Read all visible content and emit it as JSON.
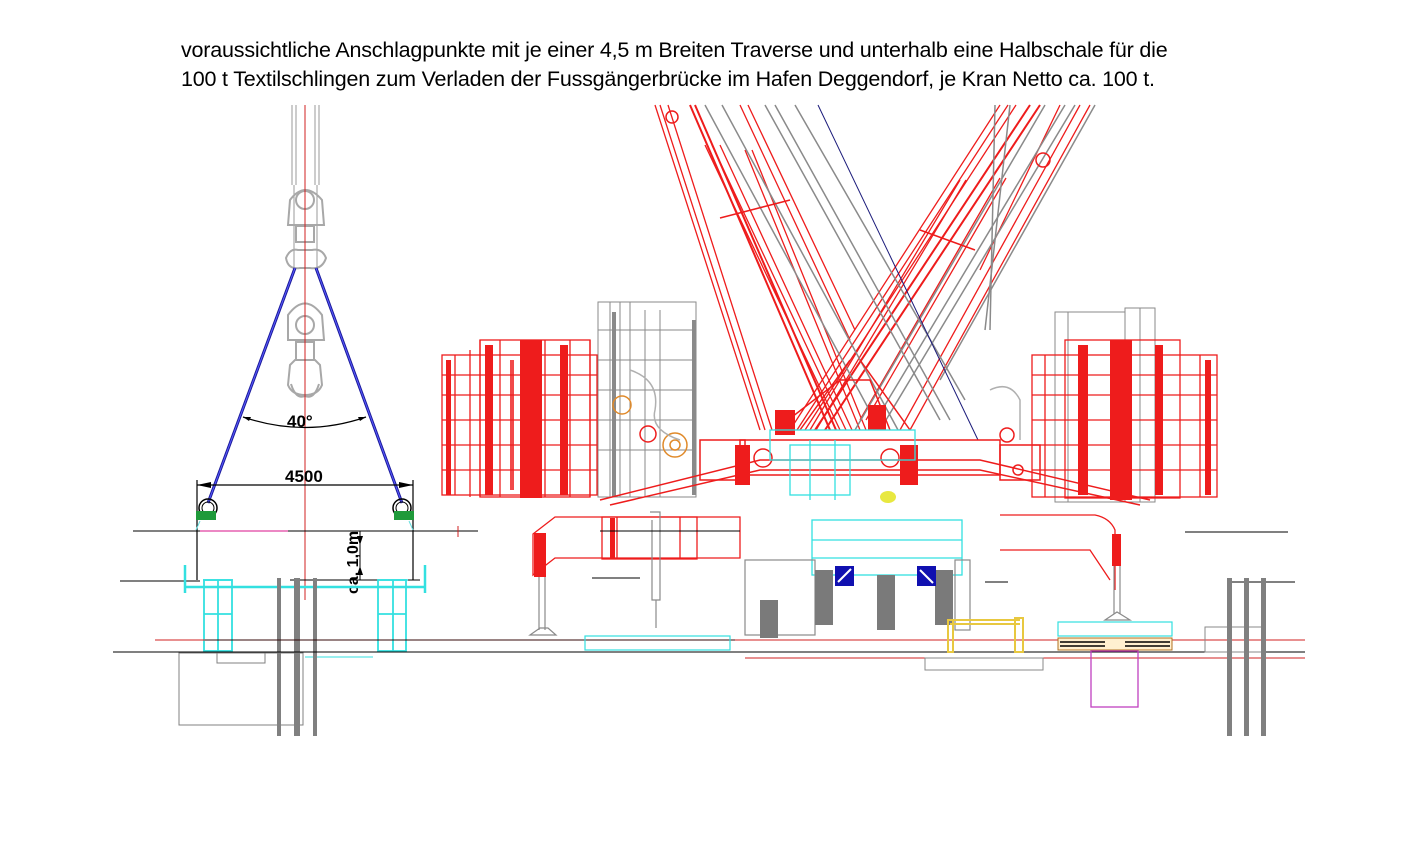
{
  "caption": {
    "line1": "voraussichtliche Anschlagpunkte mit je einer 4,5 m Breiten Traverse und unterhalb eine Halbschale für die",
    "line2": "100 t Textilschlingen zum Verladen der Fussgängerbrücke im Hafen Deggendorf, je Kran Netto ca. 100 t."
  },
  "side_view": {
    "angle_label": "40°",
    "width_dimension": "4500",
    "height_dimension": "ca. 1,0m"
  },
  "colors": {
    "crane_structure": "#ff0000",
    "hidden_lines": "#808080",
    "slings": "#1a1a9a",
    "bridge_beam": "#33e0e0",
    "shackles": "#1f9a3a",
    "mats_yellow": "#e8c840",
    "magenta_block": "#c040c0",
    "counterweight_blue": "#1010b0"
  }
}
